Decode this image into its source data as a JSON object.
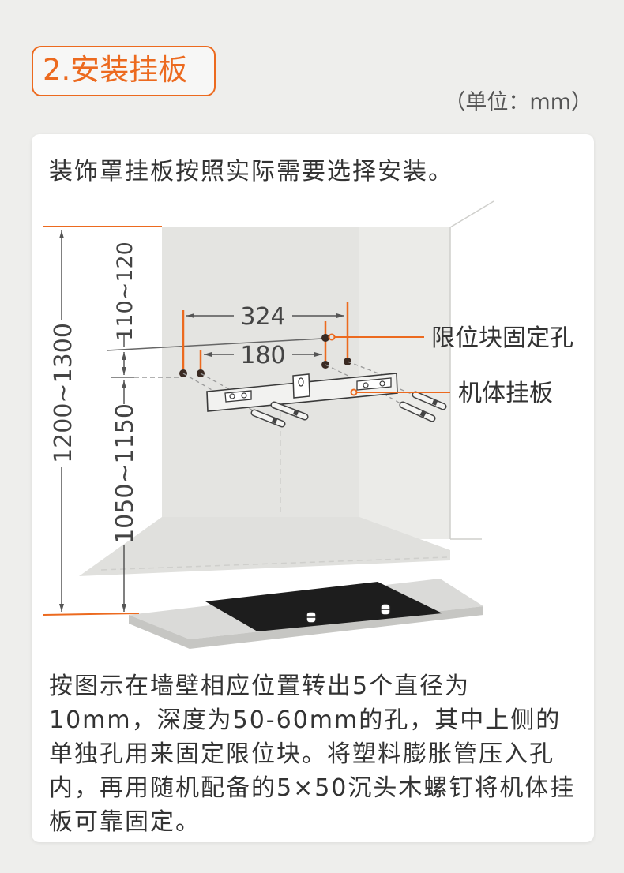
{
  "header": {
    "step_title": "2.安装挂板",
    "unit_note": "（单位：mm）"
  },
  "card": {
    "intro": "装饰罩挂板按照实际需要选择安装。",
    "diagram": {
      "dimensions": {
        "total_height": "1200~1300",
        "lower_height": "1050~1150",
        "upper_offset": "110~120",
        "outer_hole_span": "324",
        "inner_hole_span": "180"
      },
      "callouts": {
        "stopper_hole": "限位块固定孔",
        "body_plate": "机体挂板"
      }
    },
    "instructions": [
      "按图示在墙壁相应位置转出5个直径为",
      "10mm，深度为50-60mm的孔，其中上侧的",
      "单独孔用来固定限位块。将塑料膨胀管压入孔",
      "内，再用随机配备的5×50沉头木螺钉将机体挂",
      "板可靠固定。"
    ]
  },
  "colors": {
    "accent": "#ec6a1f",
    "text": "#333333",
    "page_background": "#eeeeec",
    "card_background": "#ffffff",
    "cooktop": "#1d1d1d"
  }
}
